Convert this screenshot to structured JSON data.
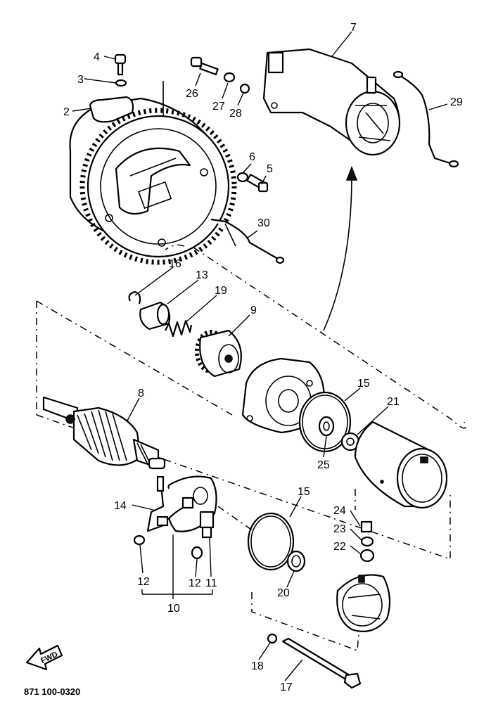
{
  "diagram": {
    "callouts": {
      "n2": "2",
      "n3": "3",
      "n4": "4",
      "n5": "5",
      "n6": "6",
      "n7": "7",
      "n8": "8",
      "n9": "9",
      "n10": "10",
      "n11": "11",
      "n12a": "12",
      "n12b": "12",
      "n13": "13",
      "n14": "14",
      "n15a": "15",
      "n15b": "15",
      "n16": "16",
      "n17": "17",
      "n18": "18",
      "n19": "19",
      "n20": "20",
      "n21": "21",
      "n22": "22",
      "n23": "23",
      "n24": "24",
      "n25": "25",
      "n26": "26",
      "n27": "27",
      "n28": "28",
      "n29": "29",
      "n30": "30"
    },
    "fwd_label": "FWD",
    "drawing_code": "871 100-0320"
  }
}
